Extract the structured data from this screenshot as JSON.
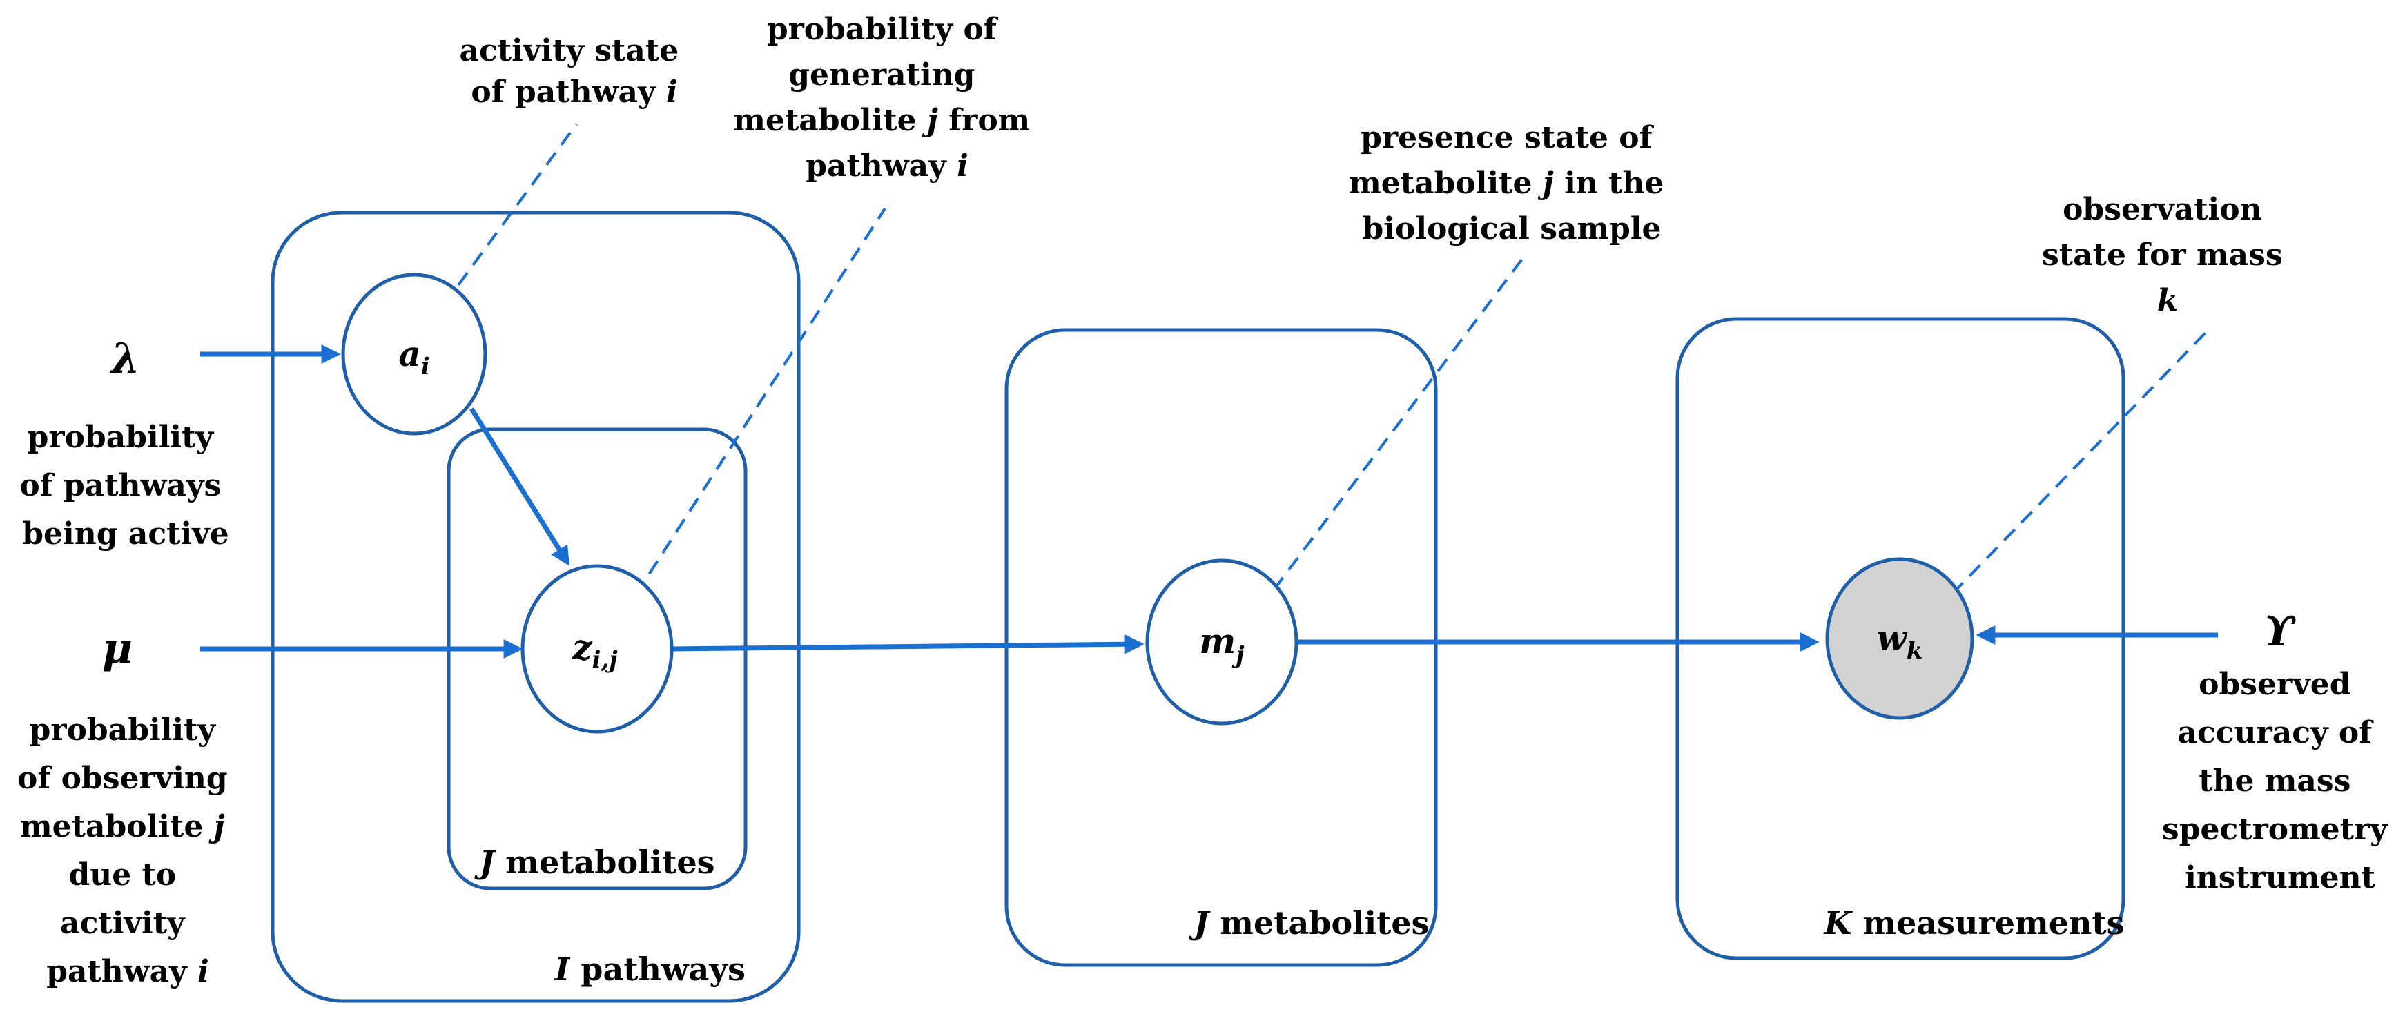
{
  "nodes": {
    "a": {
      "base": "a",
      "sub": "i"
    },
    "z": {
      "base": "z",
      "sub": "i,j"
    },
    "m": {
      "base": "m",
      "sub": "j"
    },
    "w": {
      "base": "w",
      "sub": "k"
    }
  },
  "plates": {
    "pathways": {
      "var": "I",
      "text": " pathways"
    },
    "metabolites_inner": {
      "var": "J",
      "text": " metabolites"
    },
    "metabolites": {
      "var": "J",
      "text": " metabolites"
    },
    "measurements": {
      "var": "K",
      "text": " measurements"
    }
  },
  "params": {
    "lambda": "λ",
    "mu": "μ",
    "upsilon": "ϒ"
  },
  "annotations": {
    "activity": [
      "activity state",
      "of pathway "
    ],
    "activity_var": "i",
    "generating": [
      "probability of",
      "generating",
      "metabolite ",
      " from",
      "pathway "
    ],
    "generating_var_j": "j",
    "generating_var_i": "i",
    "presence": [
      "presence state of",
      "metabolite ",
      " in the",
      "biological sample"
    ],
    "presence_var": "j",
    "observation": [
      "observation",
      "state for mass"
    ],
    "observation_var": "k",
    "lambda_desc": [
      "probability",
      "of pathways",
      "being active"
    ],
    "mu_desc": [
      "probability",
      "of observing",
      "metabolite ",
      "due to",
      "activity",
      "pathway "
    ],
    "mu_desc_var_j": "j",
    "mu_desc_var_i": "i",
    "upsilon_desc": [
      "observed",
      "accuracy of",
      "the mass",
      "spectrometry",
      "instrument"
    ]
  }
}
